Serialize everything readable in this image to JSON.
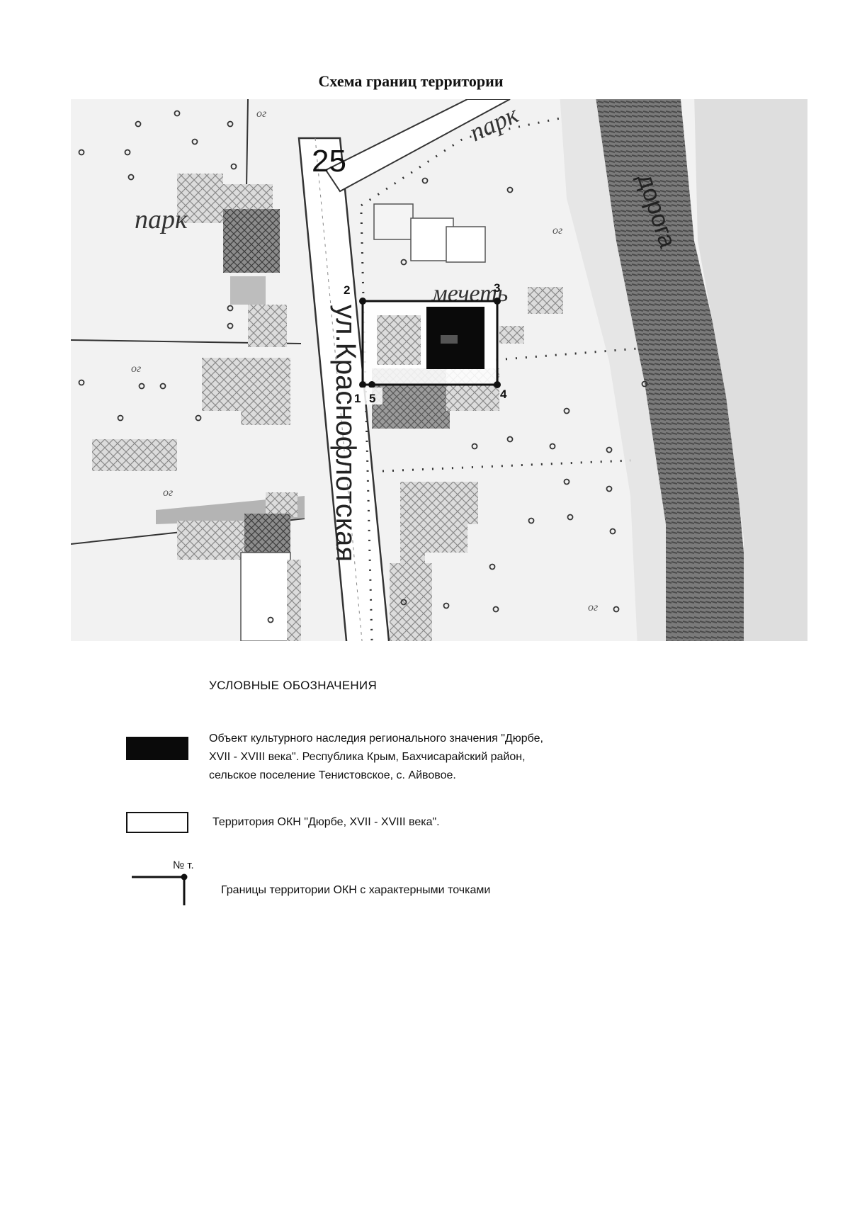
{
  "title": "Схема границ территории",
  "map": {
    "street_label": "ул.Краснофлотская",
    "road_label_right": "дорога",
    "number_label": "25",
    "park_label_left": "парк",
    "park_label_top": "парк",
    "mosque_label": "мечеть",
    "garden_label": "ог",
    "boundary_points": [
      {
        "n": "1"
      },
      {
        "n": "2"
      },
      {
        "n": "3"
      },
      {
        "n": "4"
      },
      {
        "n": "5"
      }
    ]
  },
  "legend": {
    "title": "УСЛОВНЫЕ ОБОЗНАЧЕНИЯ",
    "items": [
      {
        "swatch": "black-fill",
        "lines": [
          "Объект культурного наследия регионального значения \"Дюрбе,",
          "XVII - XVIII века\".  Республика Крым, Бахчисарайский район,",
          "сельское поселение Тенистовское, с. Айвовое."
        ]
      },
      {
        "swatch": "white-box",
        "lines": [
          "Территория  ОКН  \"Дюрбе,  XVII - XVIII века\"."
        ]
      },
      {
        "swatch": "boundary-line",
        "marker": "№ т.",
        "lines": [
          "Границы территории ОКН с характерными точками"
        ]
      }
    ]
  },
  "colors": {
    "object_fill": "#0a0a0a",
    "boundary": "#111111",
    "building_hatch": "#9a9a9a",
    "road_dark": "#5c5c5c"
  }
}
